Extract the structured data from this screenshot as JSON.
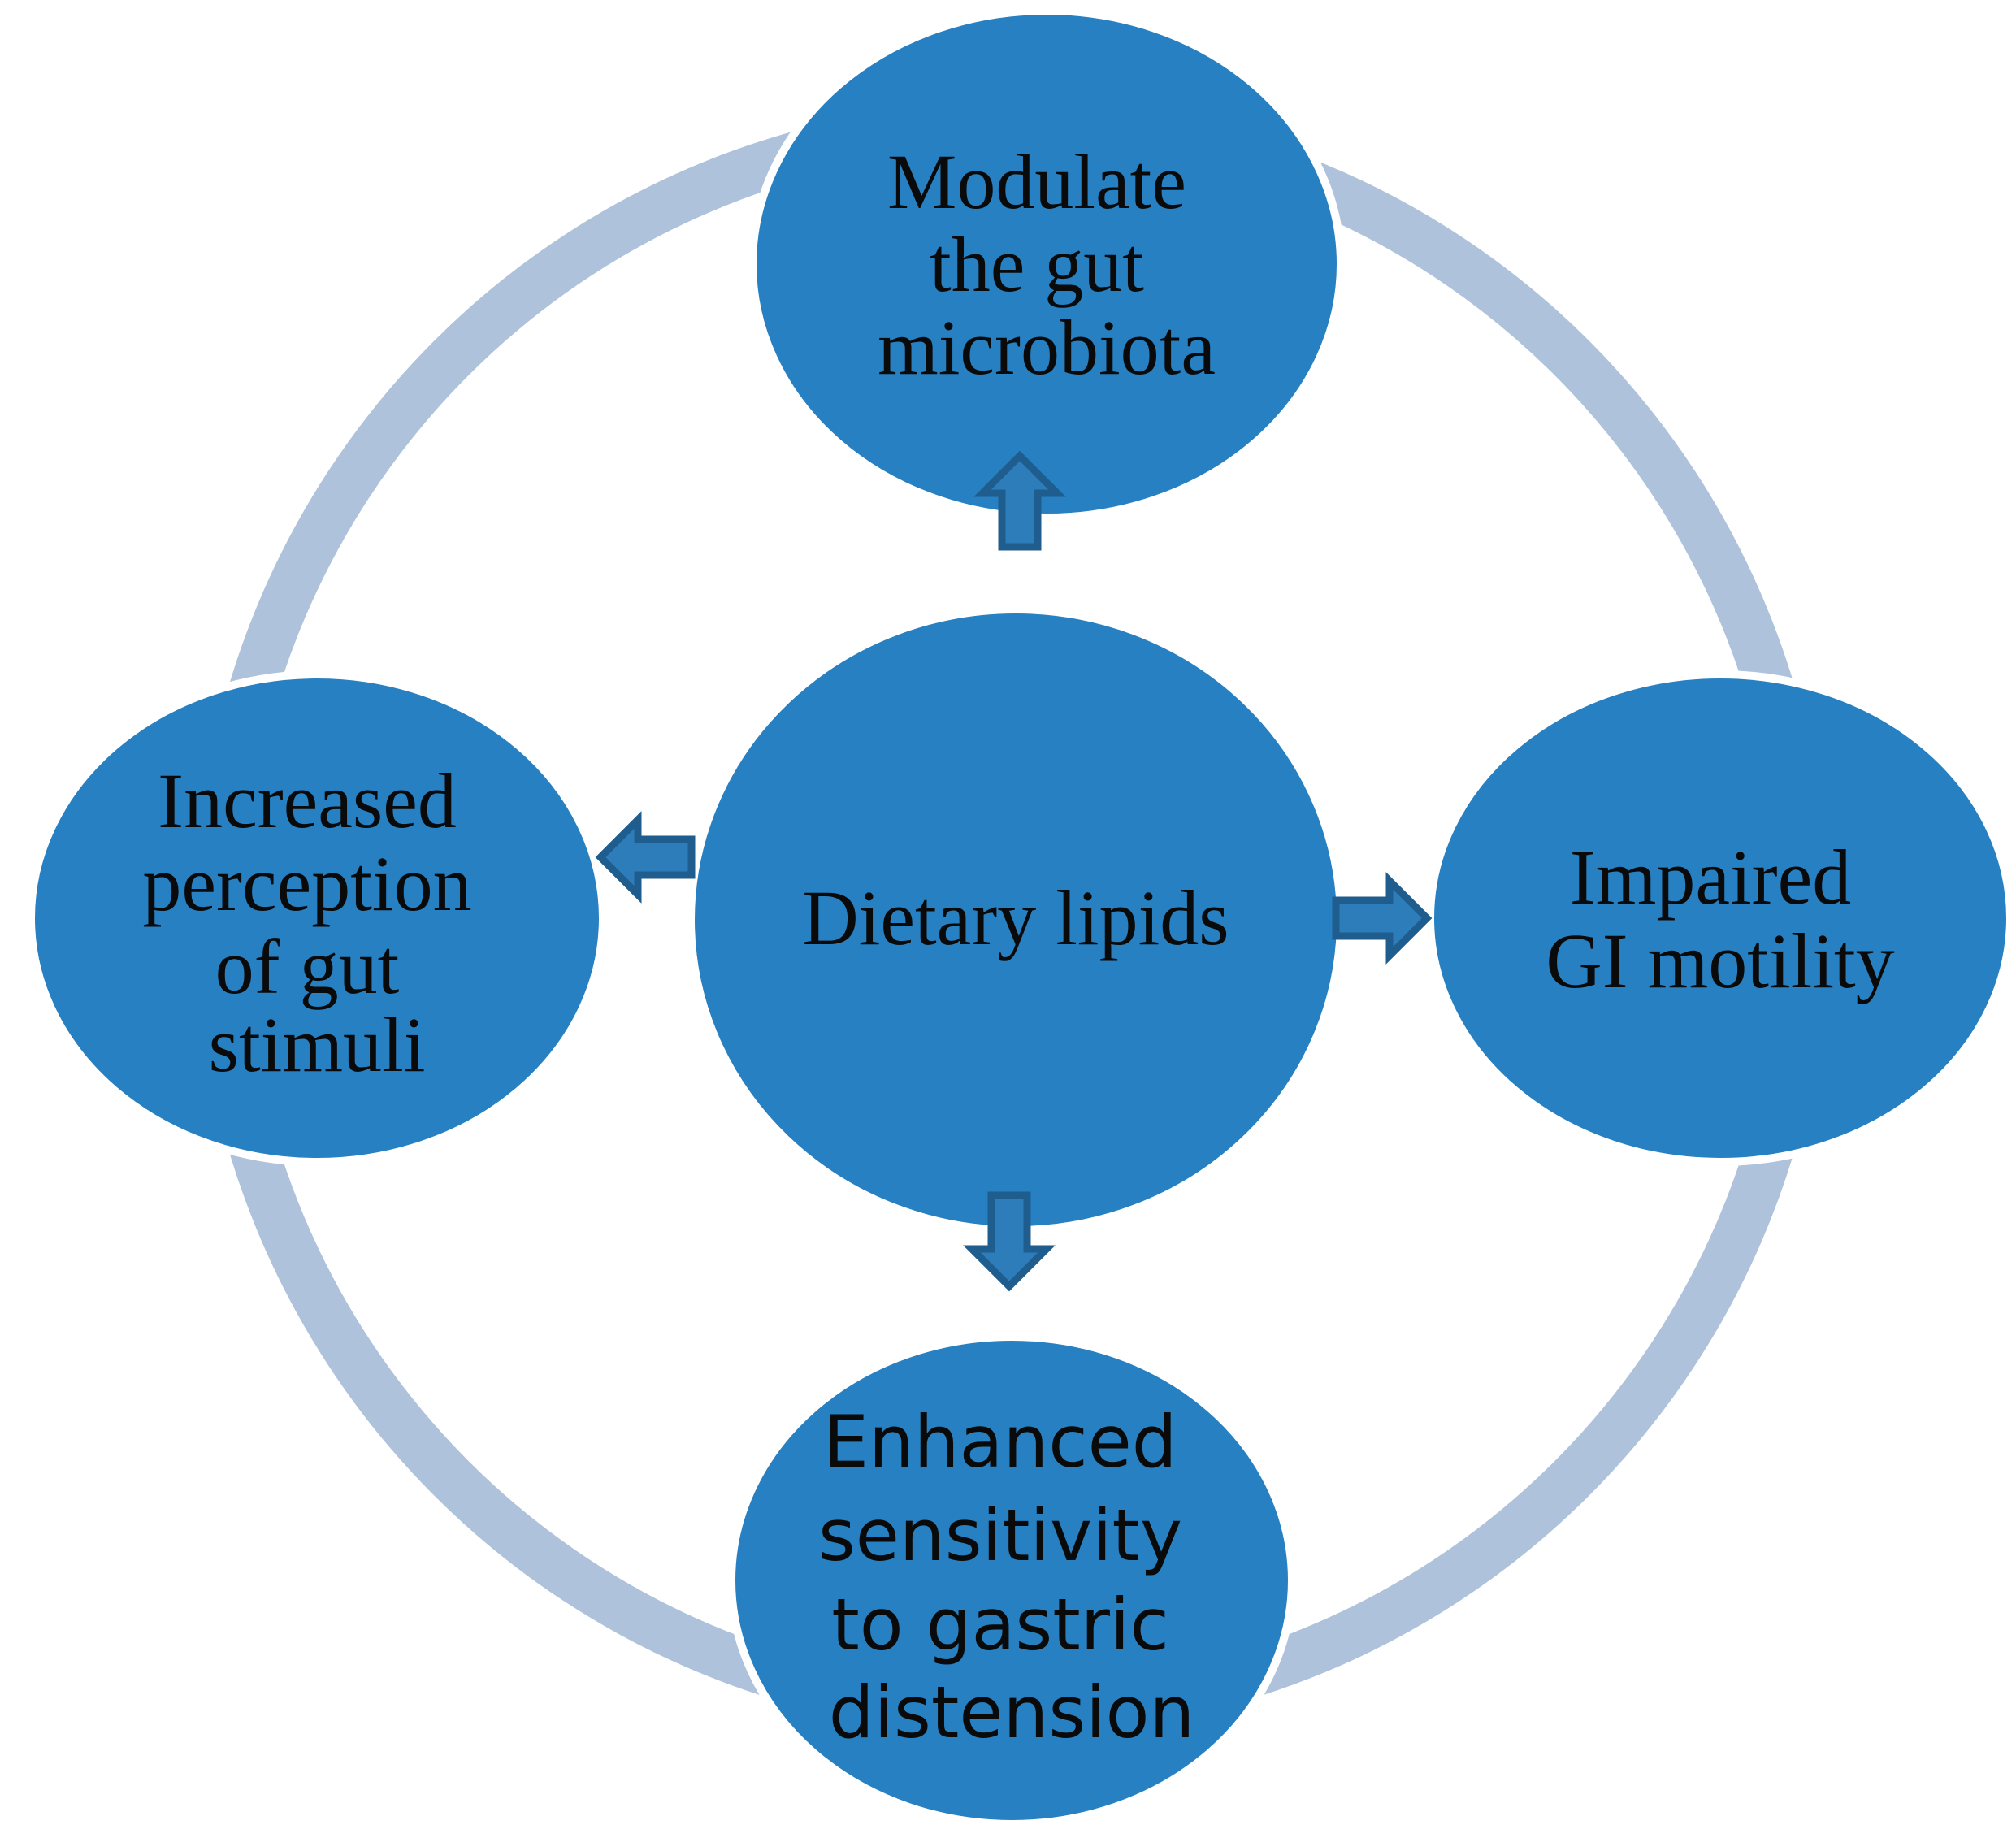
{
  "title": "",
  "colors": {
    "node_fill": "#2680C1",
    "node_stroke": "#ffffff",
    "ring": "#AEC2DB",
    "arrow_fill": "#2D7DBA",
    "arrow_stroke": "#1F5D8E",
    "text": "#0a0a0a"
  },
  "center": {
    "lines": [
      "Dietary lipids"
    ]
  },
  "nodes": [
    {
      "id": "top",
      "lines": [
        "Modulate",
        "the gut",
        "microbiota"
      ]
    },
    {
      "id": "right",
      "lines": [
        "Impaired",
        "GI motility"
      ]
    },
    {
      "id": "bottom",
      "lines": [
        "Enhanced",
        "sensitivity",
        "to gastric",
        "distension"
      ]
    },
    {
      "id": "left",
      "lines": [
        "Increased",
        "perception",
        "of gut",
        "stimuli"
      ]
    }
  ],
  "arrows": [
    {
      "direction": "up",
      "icon": "arrow-up-outline-icon"
    },
    {
      "direction": "right",
      "icon": "arrow-right-outline-icon"
    },
    {
      "direction": "down",
      "icon": "arrow-down-outline-icon"
    },
    {
      "direction": "left",
      "icon": "arrow-left-outline-icon"
    }
  ]
}
